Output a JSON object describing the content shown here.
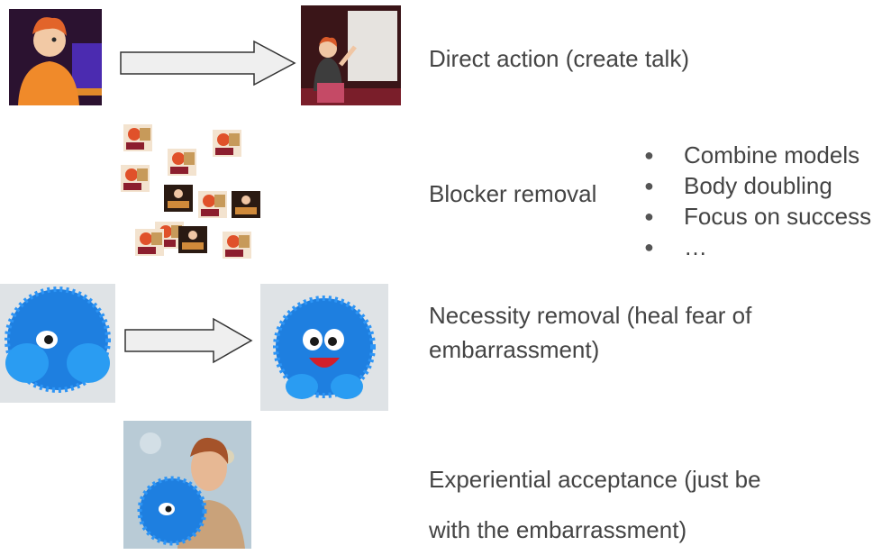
{
  "rows": {
    "direct": {
      "label": "Direct action (create talk)"
    },
    "blocker": {
      "label": "Blocker removal",
      "bullets": [
        "Combine models",
        "Body doubling",
        "Focus on success",
        "…"
      ]
    },
    "necessity": {
      "label_line1": "Necessity removal (heal fear of",
      "label_line2": "embarrassment)"
    },
    "experiential": {
      "label_line1": "Experiential acceptance (just be",
      "label_line2": "with the embarrassment)"
    }
  },
  "colors": {
    "text": "#444444",
    "arrow_fill": "#efefef",
    "arrow_stroke": "#333333",
    "blue_fluff": "#1e7fe0"
  },
  "icons": [
    "person-at-computer-image",
    "person-presenting-image",
    "fluffy-ball-hiding-image",
    "fluffy-ball-smiling-image",
    "man-hugging-fluffy-ball-image"
  ]
}
